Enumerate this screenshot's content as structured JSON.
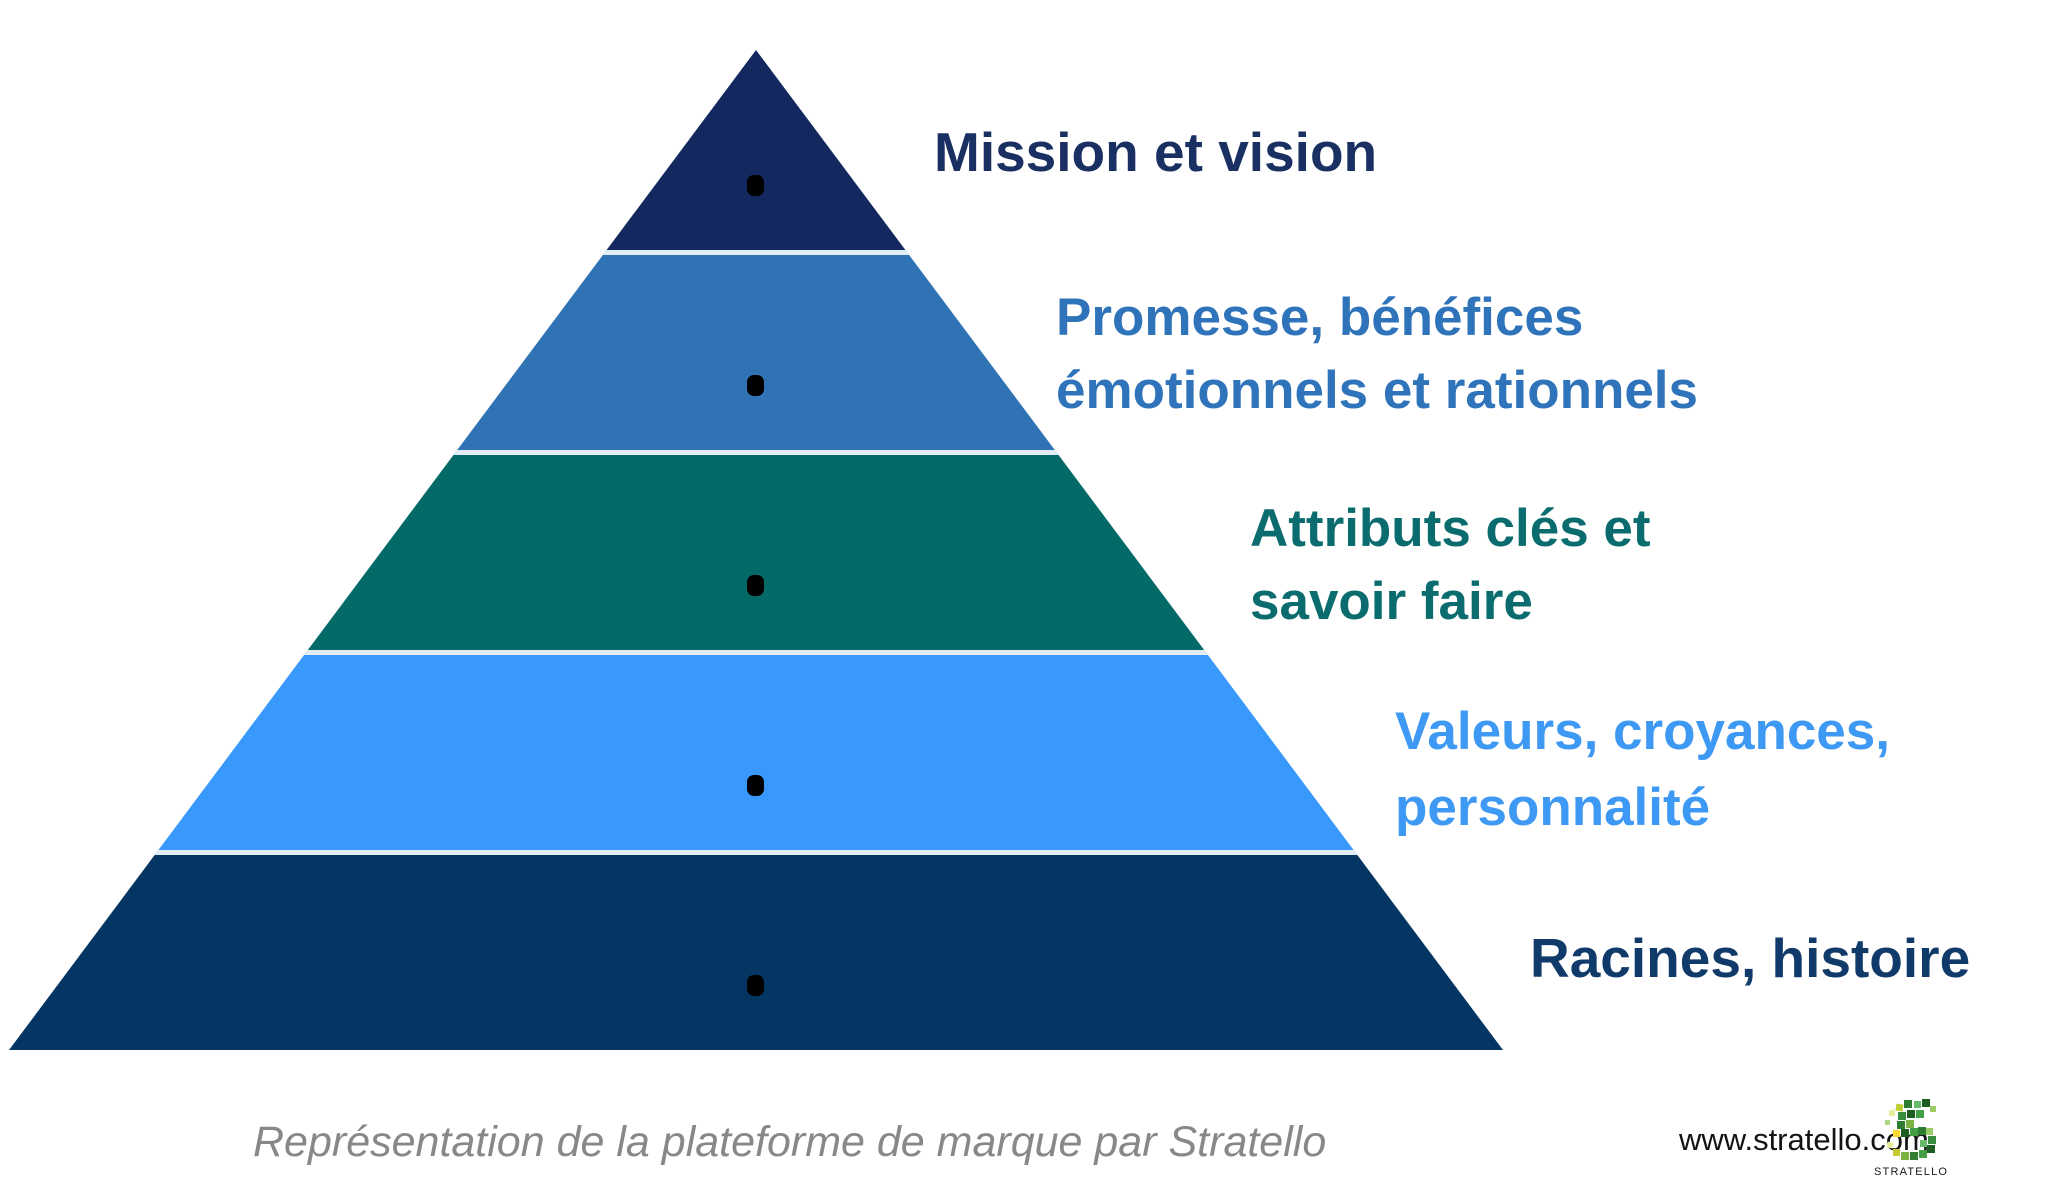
{
  "pyramid": {
    "levels": [
      {
        "label": "Mission et vision",
        "lines": [
          "Mission et vision"
        ],
        "band_color": "#12285e",
        "text_color": "#1a2f62"
      },
      {
        "label": "Promesse, bénéfices émotionnels et rationnels",
        "lines": [
          "Promesse, bénéfices",
          "émotionnels et rationnels"
        ],
        "band_color": "#2f73b5",
        "text_color": "#2f74ba"
      },
      {
        "label": "Attributs clés et savoir faire",
        "lines": [
          "Attributs clés et",
          "savoir faire"
        ],
        "band_color": "#046a68",
        "text_color": "#0a6c6e"
      },
      {
        "label": "Valeurs, croyances, personnalité",
        "lines": [
          "Valeurs, croyances,",
          "personnalité"
        ],
        "band_color": "#3898fb",
        "text_color": "#3e99f4"
      },
      {
        "label": "Racines, histoire",
        "lines": [
          "Racines, histoire"
        ],
        "band_color": "#053663",
        "text_color": "#103a6a"
      }
    ],
    "separator_color": "#e2ecf4",
    "bullet_color": "#000000"
  },
  "footer": {
    "caption": "Représentation de la plateforme de marque par Stratello",
    "url": "www.stratello.com",
    "logo_text": "STRATELLO"
  }
}
